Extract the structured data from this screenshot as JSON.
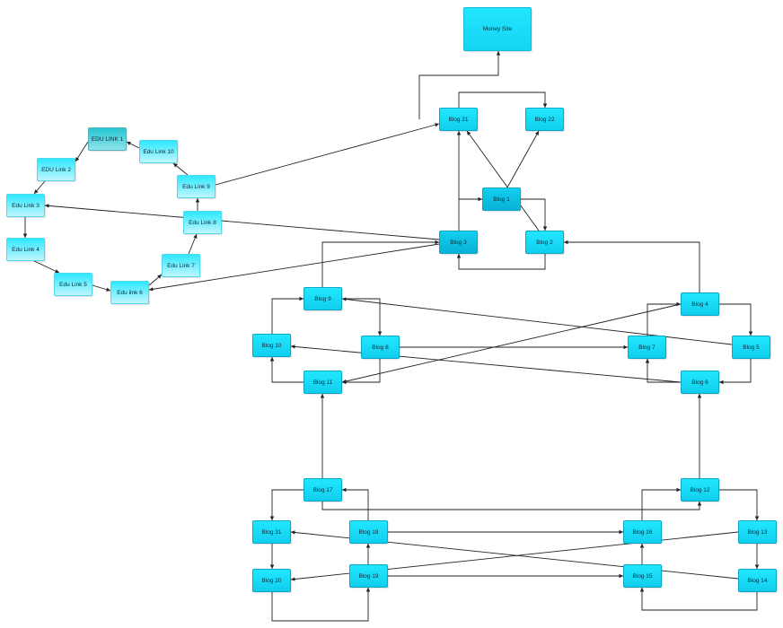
{
  "diagram": {
    "nodes": {
      "money": "Money Site",
      "b21": "Blog 21",
      "b22": "Blog 22",
      "b1": "Blog 1",
      "b3": "Blog 3",
      "b2": "Blog 2",
      "b9": "Blog 9",
      "b10": "Blog 10",
      "b8": "Blog 8",
      "b11": "Blog 11",
      "b4": "Blog 4",
      "b5": "Blog 5",
      "b7": "Blog 7",
      "b6": "Blog 6",
      "b17": "Blog 17",
      "b12": "Blog 12",
      "b31": "Blog 31",
      "b18": "Blog 18",
      "b16": "Blog 16",
      "b13": "Blog 13",
      "b20": "Blog 20",
      "b19": "Blog 19",
      "b15": "Blog 15",
      "b14": "Blog 14",
      "e1": "EDU LINK 1",
      "e10": "Edu Link 10",
      "e2": "EDU Link 2",
      "e9": "Edu Link 9",
      "e3": "Edu Link 3",
      "e8": "Edu Link 8",
      "e4": "Edu Link 4",
      "e7": "Edu Link 7",
      "e5": "Edu Link 5",
      "e6": "Edu link 6"
    },
    "colors": {
      "node_fill": "#1ad9f5",
      "node_fill_dark": "#0cbee3",
      "edu_gradient_top": "#2ee8ff",
      "edu_gradient_bottom": "#bff6ff",
      "edge": "#222222"
    }
  }
}
